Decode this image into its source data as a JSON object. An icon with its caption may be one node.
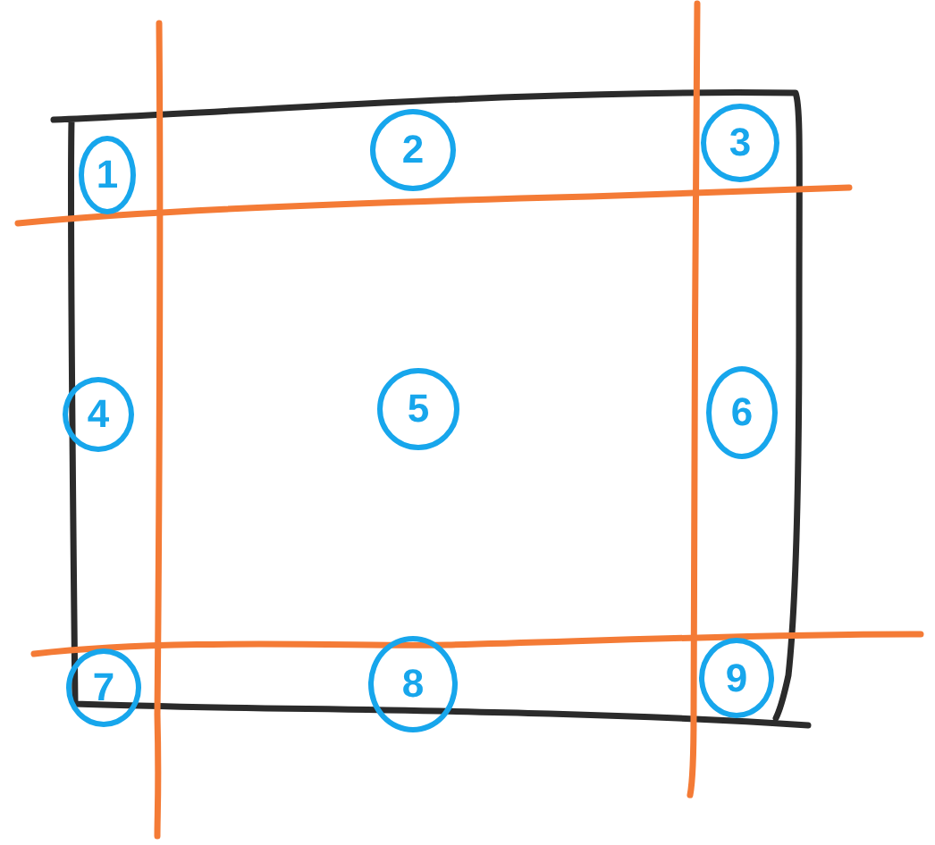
{
  "diagram": {
    "nodes": [
      {
        "text": [
          "1"
        ]
      },
      {
        "text": [
          "2"
        ]
      },
      {
        "text": [
          "3"
        ]
      },
      {
        "text": [
          "4"
        ]
      },
      {
        "text": [
          "5"
        ]
      },
      {
        "text": [
          "6"
        ]
      },
      {
        "text": [
          "7"
        ]
      },
      {
        "text": [
          "8"
        ]
      },
      {
        "text": [
          "9"
        ]
      }
    ]
  }
}
